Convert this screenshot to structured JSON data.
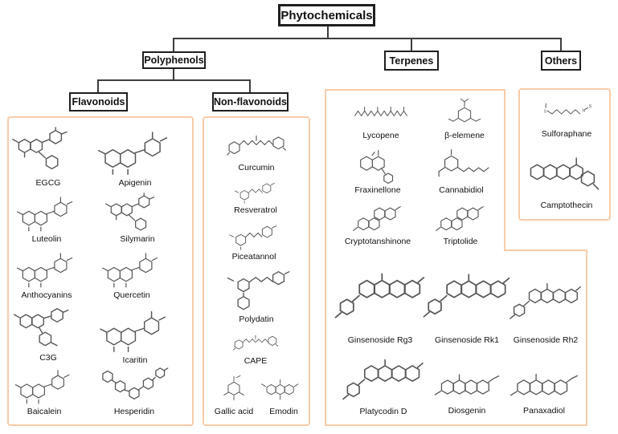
{
  "tree": {
    "root": {
      "label": "Phytochemicals"
    },
    "branches": [
      {
        "id": "polyphenols",
        "label": "Polyphenols"
      },
      {
        "id": "terpenes",
        "label": "Terpenes"
      },
      {
        "id": "others",
        "label": "Others"
      }
    ],
    "polyphenol_children": [
      {
        "id": "flavonoids",
        "label": "Flavonoids"
      },
      {
        "id": "nonflavonoids",
        "label": "Non-flavonoids"
      }
    ]
  },
  "panels": [
    {
      "id": "flavonoids",
      "items": [
        {
          "name": "EGCG",
          "structure": "flav3"
        },
        {
          "name": "Apigenin",
          "structure": "flavone"
        },
        {
          "name": "Luteolin",
          "structure": "flavone"
        },
        {
          "name": "Silymarin",
          "structure": "flav3"
        },
        {
          "name": "Anthocyanins",
          "structure": "flavone"
        },
        {
          "name": "Quercetin",
          "structure": "flavone"
        },
        {
          "name": "C3G",
          "structure": "flavsugar"
        },
        {
          "name": "Icaritin",
          "structure": "flavone"
        },
        {
          "name": "Baicalein",
          "structure": "flavone"
        },
        {
          "name": "Hesperidin",
          "structure": "flav2sugar"
        }
      ]
    },
    {
      "id": "nonflavonoids",
      "items": [
        {
          "name": "Curcumin",
          "structure": "diaryl"
        },
        {
          "name": "Resveratrol",
          "structure": "stilbene"
        },
        {
          "name": "Piceatannol",
          "structure": "stilbene"
        },
        {
          "name": "Polydatin",
          "structure": "stilbenesugar"
        },
        {
          "name": "CAPE",
          "structure": "diaryl"
        },
        {
          "name": "Gallic acid",
          "structure": "ringsmall"
        },
        {
          "name": "Emodin",
          "structure": "tricyclic"
        }
      ]
    },
    {
      "id": "terpenes",
      "items": [
        {
          "name": "Lycopene",
          "structure": "polyene"
        },
        {
          "name": "β-elemene",
          "structure": "ringbranch"
        },
        {
          "name": "Fraxinellone",
          "structure": "bicyclic"
        },
        {
          "name": "Cannabidiol",
          "structure": "ringchain"
        },
        {
          "name": "Cryptotanshinone",
          "structure": "tetracyclic"
        },
        {
          "name": "Triptolide",
          "structure": "tetracyclic"
        },
        {
          "name": "Ginsenoside Rg3",
          "structure": "steroidsugar"
        },
        {
          "name": "Ginsenoside Rk1",
          "structure": "steroidsugar"
        },
        {
          "name": "Ginsenoside Rh2",
          "structure": "steroidsugar"
        },
        {
          "name": "Platycodin D",
          "structure": "steroidsugar"
        },
        {
          "name": "Diosgenin",
          "structure": "steroid"
        },
        {
          "name": "Panaxadiol",
          "structure": "steroid"
        }
      ]
    },
    {
      "id": "others",
      "items": [
        {
          "name": "Sulforaphane",
          "structure": "chains"
        },
        {
          "name": "Camptothecin",
          "structure": "polycyclic"
        }
      ]
    }
  ],
  "colors": {
    "panel_border": "#F8CBA8",
    "tree_line": "#3d3d3d",
    "box_border": "#1f1f1f",
    "structure_line": "#555555",
    "background": "#ffffff"
  }
}
